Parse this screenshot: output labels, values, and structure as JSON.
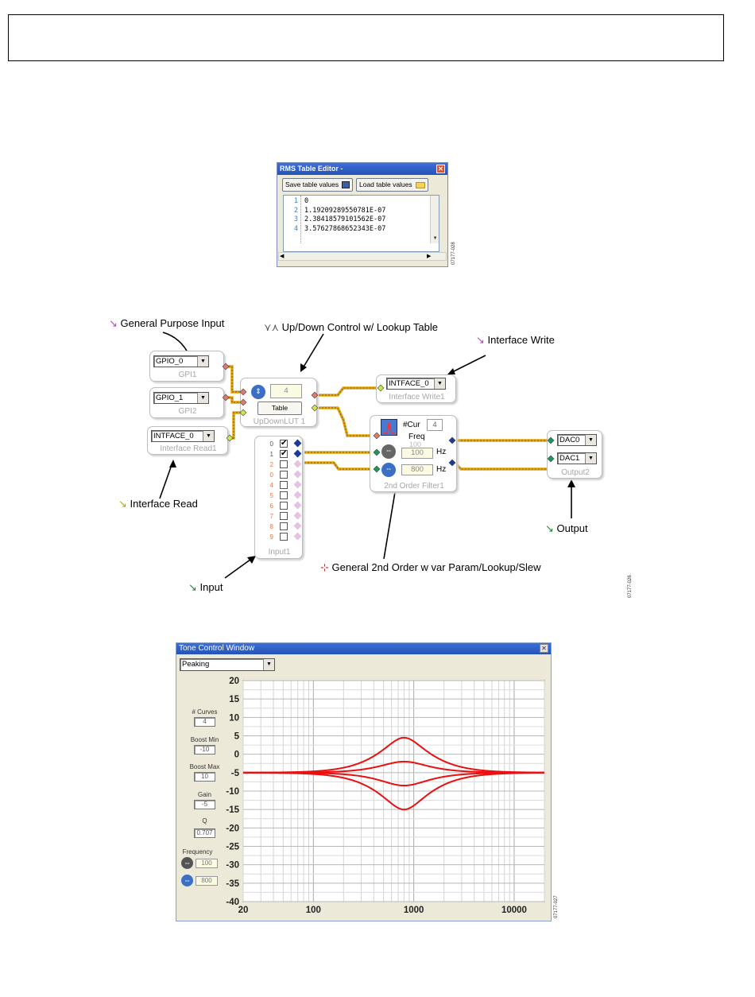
{
  "figure_ids": {
    "rms": "07177-028",
    "schematic": "07177-026",
    "tone": "07177-027"
  },
  "rms_editor": {
    "title": "RMS Table Editor -",
    "save_label": "Save table values",
    "load_label": "Load table values",
    "rows": [
      {
        "n": "1",
        "v": "0"
      },
      {
        "n": "2",
        "v": "1.19209289550781E-07"
      },
      {
        "n": "3",
        "v": "2.38418579101562E-07"
      },
      {
        "n": "4",
        "v": "3.57627868652343E-07"
      }
    ]
  },
  "schematic": {
    "callouts": {
      "gpi": "General Purpose Input",
      "updown": "Up/Down Control w/ Lookup Table",
      "iface_write": "Interface Write",
      "iface_read": "Interface Read",
      "output": "Output",
      "input": "Input",
      "filter": "General 2nd Order w var Param/Lookup/Slew"
    },
    "gpi1": {
      "value": "GPIO_0",
      "label": "GPI1"
    },
    "gpi2": {
      "value": "GPIO_1",
      "label": "GPI2"
    },
    "iface_read": {
      "value": "INTFACE_0",
      "label": "Interface Read1"
    },
    "updown": {
      "value": "4",
      "button": "Table",
      "label": "UpDownLUT 1"
    },
    "iface_write": {
      "value": "INTFACE_0",
      "label": "Interface Write1"
    },
    "filter": {
      "cur_label": "#Cur",
      "cur_value": "4",
      "freq_label": "Freq",
      "ghost": "100",
      "f1": "100",
      "f2": "800",
      "unit": "Hz",
      "label": "2nd Order Filter1"
    },
    "input": {
      "label": "Input1",
      "channels": [
        "0",
        "1",
        "2",
        "0",
        "4",
        "5",
        "6",
        "7",
        "8",
        "9"
      ],
      "checked": [
        true,
        true,
        false,
        false,
        false,
        false,
        false,
        false,
        false,
        false
      ]
    },
    "output": {
      "dac0": "DAC0",
      "dac1": "DAC1",
      "label": "Output2"
    }
  },
  "tone": {
    "title": "Tone Control Window",
    "mode": "Peaking",
    "curves_label": "# Curves",
    "curves": "4",
    "boost_min_label": "Boost Min",
    "boost_min": "-10",
    "boost_max_label": "Boost Max",
    "boost_max": "10",
    "gain_label": "Gain",
    "gain": "-5",
    "q_label": "Q",
    "q": "0.707",
    "frequency_label": "Frequency",
    "freq1": "100",
    "freq2": "800"
  },
  "chart_data": {
    "type": "line",
    "xscale": "log",
    "xlim": [
      20,
      20000
    ],
    "ylim": [
      -40,
      20
    ],
    "xticks": [
      20,
      100,
      1000,
      10000
    ],
    "yticks": [
      20,
      15,
      10,
      5,
      0,
      -5,
      -10,
      -15,
      -20,
      -25,
      -30,
      -35,
      -40
    ],
    "grid": true,
    "center_freq": 800,
    "baseline": -5,
    "series": [
      {
        "peak_gain": 10,
        "peak_level": 4.5
      },
      {
        "peak_gain": 3.3,
        "peak_level": -2
      },
      {
        "peak_gain": -3.3,
        "peak_level": -8.5
      },
      {
        "peak_gain": -10,
        "peak_level": -15
      }
    ],
    "q": 0.707,
    "color": "#e81010"
  }
}
